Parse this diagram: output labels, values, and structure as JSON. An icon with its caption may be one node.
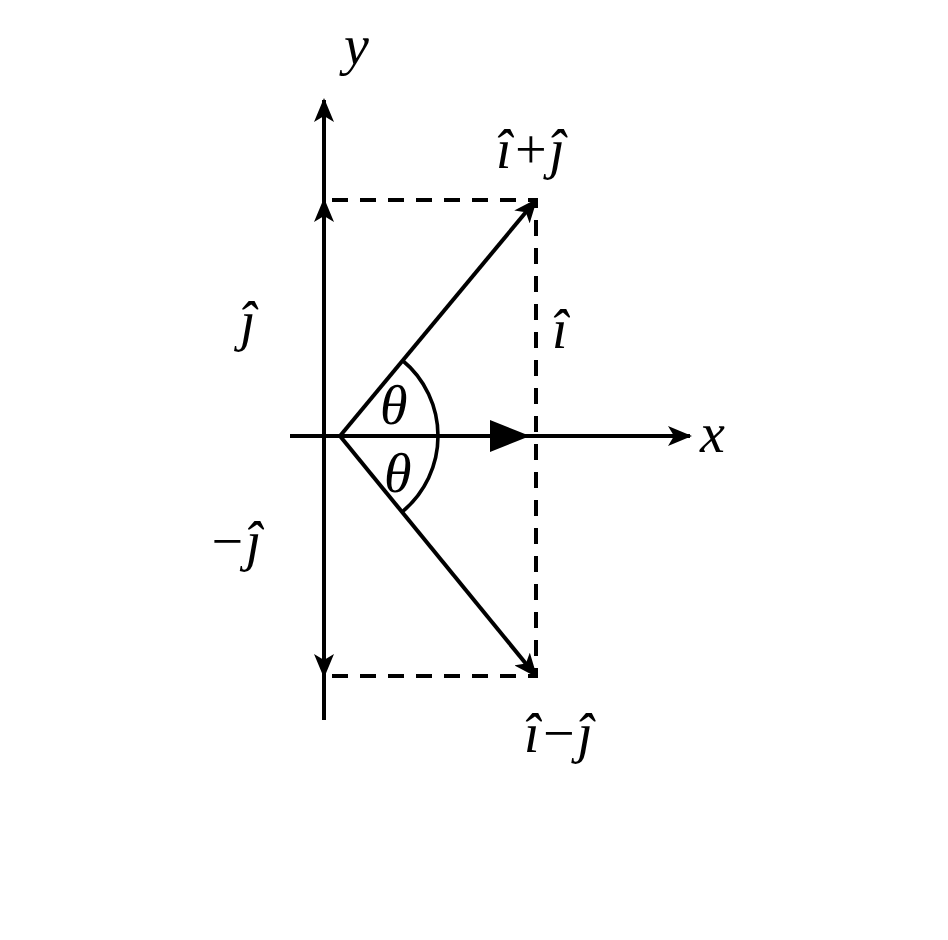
{
  "diagram": {
    "labels": [
      "y",
      "î+ĵ",
      "ĵ",
      "î",
      "θ",
      "x",
      "θ",
      "−ĵ",
      "î−ĵ"
    ]
  }
}
